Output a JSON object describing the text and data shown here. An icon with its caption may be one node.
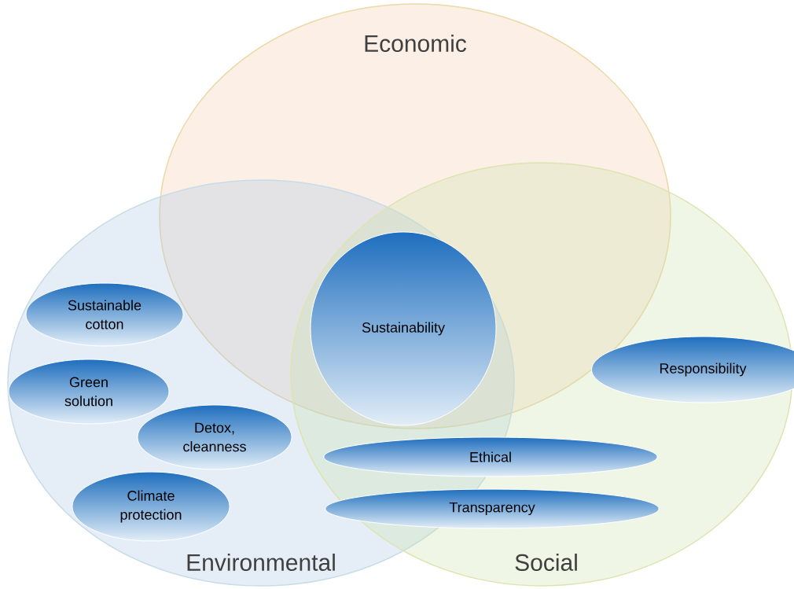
{
  "diagram": {
    "nodes": [
      {
        "text": [
          "Economic"
        ]
      },
      {
        "text": [
          "Environmental"
        ]
      },
      {
        "text": [
          "Social"
        ]
      },
      {
        "text": [
          "Sustainability"
        ]
      },
      {
        "text": [
          "Sustainable cotton"
        ],
        "in": 1
      },
      {
        "text": [
          "Green solution"
        ],
        "in": 1
      },
      {
        "text": [
          "Detox, cleanness"
        ],
        "in": 1
      },
      {
        "text": [
          "Climate protection"
        ],
        "in": 1
      },
      {
        "text": [
          "Responsibility"
        ],
        "in": 2
      },
      {
        "text": [
          "Ethical"
        ],
        "in": 2
      },
      {
        "text": [
          "Transparency"
        ],
        "in": 2
      }
    ]
  }
}
